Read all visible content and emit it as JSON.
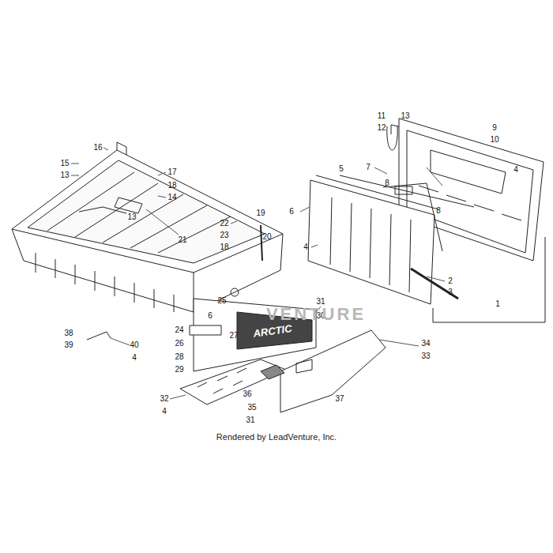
{
  "diagram": {
    "caption": "Rendered by LeadVenture, Inc.",
    "labels": [
      "11",
      "13",
      "12",
      "9",
      "10",
      "4",
      "7",
      "5",
      "8",
      "8",
      "6",
      "4",
      "2",
      "3",
      "1",
      "16",
      "15",
      "13",
      "17",
      "18",
      "14",
      "13",
      "22",
      "23",
      "18",
      "19",
      "20",
      "21",
      "25",
      "6",
      "31",
      "30",
      "24",
      "27",
      "26",
      "28",
      "29",
      "34",
      "33",
      "38",
      "39",
      "40",
      "4",
      "37",
      "36",
      "35",
      "32",
      "4",
      "31",
      "ARCTIC",
      "VENTURE"
    ]
  }
}
